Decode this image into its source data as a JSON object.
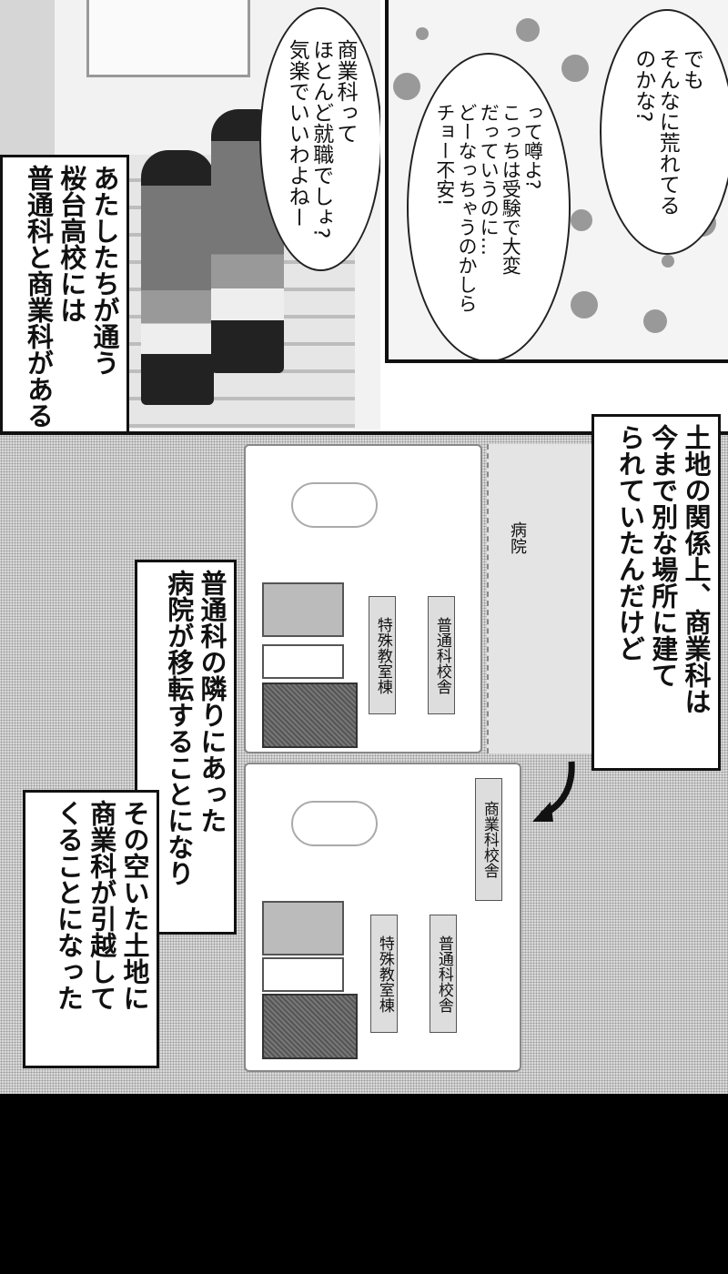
{
  "panel1": {
    "bubble_lines": [
      "商業科って",
      "ほとんど就職でしょ?",
      "気楽でいいわよねー"
    ]
  },
  "panel2": {
    "bubble_a_lines": [
      "でも",
      "そんなに荒れてる",
      "のかな?"
    ],
    "bubble_b_lines": [
      "って噂よ?",
      "こっちは受験で大変",
      "だっていうのに…",
      "どーなっちゃうのかしら",
      "チョー不安!"
    ]
  },
  "captions": {
    "school_intro": [
      "あたしたちが通う",
      "桜台高校には",
      "普通科と商業科がある"
    ],
    "land_reason": [
      "土地の関係上、商業科は",
      "今まで別な場所に建て",
      "られていたんだけど"
    ],
    "hospital_move": [
      "普通科の隣りにあった",
      "病院が移転することになり"
    ],
    "commerce_moves": [
      "その空いた土地に",
      "商業科が引越して",
      "くることになった"
    ]
  },
  "map_labels": {
    "hospital": "病院",
    "special_building": "特殊教室棟",
    "general_building": "普通科校舎",
    "commerce_building": "商業科校舎"
  }
}
